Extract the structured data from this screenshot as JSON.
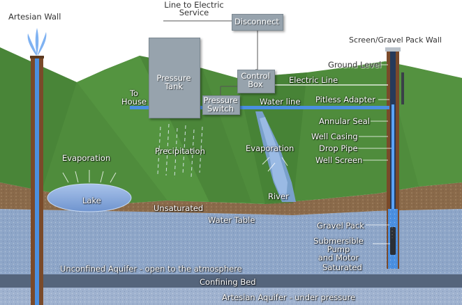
{
  "labels": {
    "artesian_well": "Artesian Wall",
    "line_to_electric_service": "Line to Electric\nService",
    "disconnect": "Disconnect",
    "screen_gravel_pack_well": "Screen/Gravel Pack Wall",
    "ground_level": "Ground Level",
    "pressure_tank": "Pressure\nTank",
    "control_box": "Control\nBox",
    "electric_line": "Electric Line",
    "to_house": "To\nHouse",
    "pressure_switch": "Pressure\nSwitch",
    "water_line": "Water line",
    "pitless_adapter": "Pitless Adapter",
    "annular_seal": "Annular Seal",
    "well_casing": "Well Casing",
    "drop_pipe": "Drop Pipe",
    "well_screen": "Well Screen",
    "evaporation_left": "Evaporation",
    "precipitation": "Precipitation",
    "evaporation_right": "Evaporation",
    "lake": "Lake",
    "river": "River",
    "unsaturated": "Unsaturated",
    "water_table": "Water Table",
    "gravel_pack": "Gravel Pack",
    "submersible_pump": "Submersible Pump\nand Motor",
    "unconfined_aquifer": "Unconfined Aquifer - open to the atmosphere",
    "saturated": "Saturated",
    "confining_bed": "Confining Bed",
    "artesian_aquifer": "Artesian Aquifer - under pressure"
  },
  "colors": {
    "grass": "#4f8c3c",
    "grass_light": "#6aa14b",
    "soil": "#8a6a4a",
    "aquifer": "#8ea6c8",
    "confining_bed": "#55657c",
    "artesian_aquifer": "#9fb2cf",
    "pipe": "#4a8fe0",
    "box": "#97a3ad",
    "casing": "#7a4a2a"
  }
}
